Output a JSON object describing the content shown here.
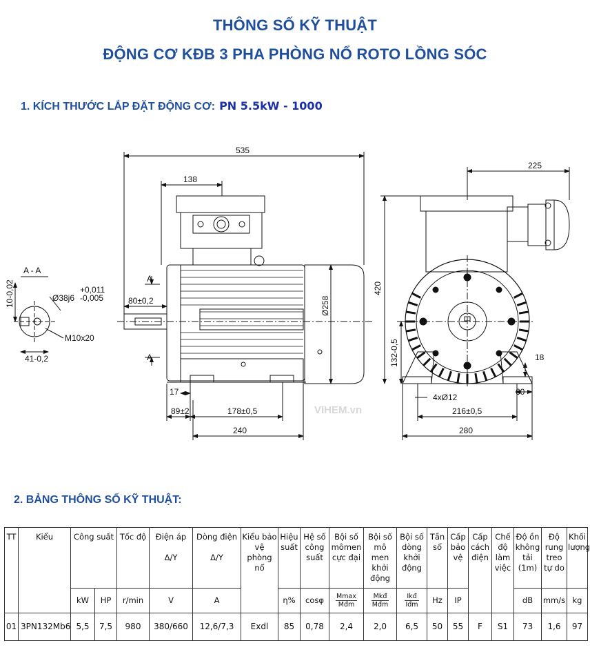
{
  "header": {
    "title_line1": "THÔNG SỐ KỸ THUẬT",
    "title_line2": "ĐỘNG CƠ KĐB 3 PHA PHÒNG NỔ ROTO LỒNG SÓC"
  },
  "section1": {
    "label": "1. KÍCH THƯỚC LẮP ĐẶT ĐỘNG CƠ:",
    "model": "PN 5.5kW - 1000"
  },
  "drawing": {
    "dims": {
      "overall_length": "535",
      "terminal_box": "138",
      "section_label": "A - A",
      "key_depth": "10-0,02",
      "shaft_dia": "Ø38j6",
      "shaft_tol_upper": "+0,011",
      "shaft_tol_lower": "-0,005",
      "thread": "M10x20",
      "key_width": "41-0,2",
      "shaft_length": "80±0,2",
      "section_mark": "A",
      "body_dia": "Ø258",
      "height_total": "420",
      "foot_gap": "17",
      "shaft_to_hole": "89±2",
      "hole_spacing_long": "178±0,5",
      "foot_length": "240",
      "box_offset": "225",
      "shaft_height": "132-0,5",
      "foot_thickness": "18",
      "bolt_holes": "4xØ12",
      "foot_edge": "60",
      "hole_spacing_wide": "216±0,5",
      "foot_width": "280"
    },
    "watermark": "VIHEM.vn"
  },
  "section2": {
    "label": "2. BẢNG THÔNG SỐ KỸ THUẬT:"
  },
  "table": {
    "headers": {
      "tt": "TT",
      "model": "Kiểu",
      "power": "Công suất",
      "speed": "Tốc độ",
      "voltage": "Điện áp",
      "voltage_sub": "Δ/Y",
      "current": "Dòng điện",
      "current_sub": "Δ/Y",
      "protection": "Kiểu bảo vệ phòng nổ",
      "efficiency": "Hiệu suất",
      "pf": "Hệ số công suất",
      "max_torque": "Bội số mômen cực đại",
      "start_torque": "Bội số mô men khởi động",
      "start_current": "Bội số dòng khởi động",
      "freq": "Tần số",
      "ip": "Cấp bảo vệ",
      "insulation": "Cấp cách điện",
      "duty": "Chế độ làm việc",
      "noise": "Độ ồn không tải (1m)",
      "vibration": "Độ rung treo tự do",
      "weight": "Khối lượng"
    },
    "units": {
      "kw": "kW",
      "hp": "HP",
      "rpm": "r/min",
      "v": "V",
      "a": "A",
      "eff": "η%",
      "cos": "cosφ",
      "mmax_num": "Mmax",
      "mmax_den": "Mđm",
      "mkd_num": "Mkđ",
      "mkd_den": "Mđm",
      "ikd_num": "Ikđ",
      "ikd_den": "Iđm",
      "hz": "Hz",
      "ip": "IP",
      "db": "dB",
      "mms": "mm/s",
      "kg": "kg"
    },
    "rows": [
      {
        "tt": "01",
        "model": "3PN132Mb6",
        "kw": "5,5",
        "hp": "7,5",
        "rpm": "980",
        "voltage": "380/660",
        "current": "12,6/7,3",
        "protection": "Exdl",
        "efficiency": "85",
        "pf": "0,78",
        "max_torque": "2,4",
        "start_torque": "2,0",
        "start_current": "6,5",
        "freq": "50",
        "ip": "55",
        "insulation": "F",
        "duty": "S1",
        "noise": "73",
        "vibration": "1,6",
        "weight": "97"
      }
    ]
  }
}
